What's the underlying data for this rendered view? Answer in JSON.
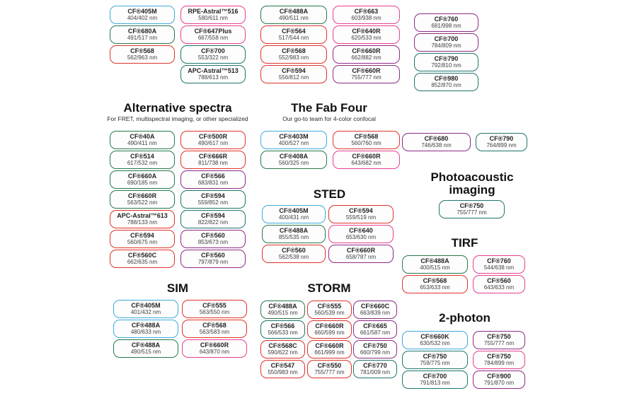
{
  "colors": {
    "blue": "#3fa9dc",
    "green": "#27784c",
    "red": "#e0332b",
    "pink": "#e83e8f",
    "teal": "#1f756c",
    "purple": "#8e2b86"
  },
  "sections": {
    "alternative": {
      "title": "Alternative spectra",
      "subtitle": "For FRET, multispectral imaging, or other specialized"
    },
    "fab_four": {
      "title": "The Fab Four",
      "subtitle": "Our go-to team for 4-color confocal"
    },
    "sted": {
      "title": "STED"
    },
    "photoacoustic": {
      "title": "Photoacoustic imaging"
    },
    "tirf": {
      "title": "TIRF"
    },
    "sim": {
      "title": "SIM"
    },
    "storm": {
      "title": "STORM"
    },
    "two_photon": {
      "title": "2-photon"
    }
  },
  "groups": {
    "top1": [
      {
        "name": "CF®405M",
        "nm": "404/402 nm",
        "color": "blue"
      },
      {
        "name": "CF®680A",
        "nm": "491/517 nm",
        "color": "green"
      },
      {
        "name": "CF®568",
        "nm": "562/963 nm",
        "color": "red"
      }
    ],
    "top2": [
      {
        "name": "RPE-Astral™516",
        "nm": "580/611 nm",
        "color": "pink"
      },
      {
        "name": "CF®647Plus",
        "nm": "667/558 nm",
        "color": "pink"
      },
      {
        "name": "CF®700",
        "nm": "553/322 nm",
        "color": "teal"
      },
      {
        "name": "APC-Astral™513",
        "nm": "788/613 nm",
        "color": "teal"
      }
    ],
    "top3": [
      {
        "name": "CF®488A",
        "nm": "490/511 nm",
        "color": "green"
      },
      {
        "name": "CF®564",
        "nm": "517/544 nm",
        "color": "red"
      },
      {
        "name": "CF®568",
        "nm": "552/983 nm",
        "color": "red"
      },
      {
        "name": "CF®594",
        "nm": "556/812 nm",
        "color": "red"
      }
    ],
    "top4": [
      {
        "name": "CF®663",
        "nm": "603/938 nm",
        "color": "pink"
      },
      {
        "name": "CF®640R",
        "nm": "620/533 nm",
        "color": "pink"
      },
      {
        "name": "CF®660R",
        "nm": "662/882 nm",
        "color": "purple"
      },
      {
        "name": "CF®660R",
        "nm": "755/777 nm",
        "color": "purple"
      }
    ],
    "top5": [
      {
        "name": "CF®760",
        "nm": "681/998 nm",
        "color": "purple"
      },
      {
        "name": "CF®700",
        "nm": "784/809 nm",
        "color": "purple"
      },
      {
        "name": "CF®790",
        "nm": "792/810 nm",
        "color": "teal"
      },
      {
        "name": "CF®980",
        "nm": "852/870 nm",
        "color": "teal"
      }
    ],
    "alt_a": [
      {
        "name": "CF®40A",
        "nm": "490/411 nm",
        "color": "green"
      },
      {
        "name": "CF®514",
        "nm": "617/532 nm",
        "color": "green"
      },
      {
        "name": "CF®660A",
        "nm": "690/185 nm",
        "color": "green"
      },
      {
        "name": "CF®660R",
        "nm": "563/522 nm",
        "color": "green"
      },
      {
        "name": "APC-Astral™613",
        "nm": "788/133 nm",
        "color": "red"
      },
      {
        "name": "CF®594",
        "nm": "560/675 nm",
        "color": "red"
      },
      {
        "name": "CF®560C",
        "nm": "662/635 nm",
        "color": "red"
      }
    ],
    "alt_b": [
      {
        "name": "CF®500R",
        "nm": "490/617 nm",
        "color": "red"
      },
      {
        "name": "CF®666R",
        "nm": "811/738 nm",
        "color": "red"
      },
      {
        "name": "CF®566",
        "nm": "683/831 nm",
        "color": "purple"
      },
      {
        "name": "CF®594",
        "nm": "559/852 nm",
        "color": "teal"
      },
      {
        "name": "CF®594",
        "nm": "822/822 nm",
        "color": "teal"
      },
      {
        "name": "CF®560",
        "nm": "853/673 nm",
        "color": "purple"
      },
      {
        "name": "CF®560",
        "nm": "797/879 nm",
        "color": "purple"
      }
    ],
    "fab_a": [
      {
        "name": "CF®403M",
        "nm": "400/527 nm",
        "color": "blue"
      },
      {
        "name": "CF®408A",
        "nm": "560/325 nm",
        "color": "green"
      }
    ],
    "fab_b": [
      {
        "name": "CF®568",
        "nm": "560/760 nm",
        "color": "red"
      },
      {
        "name": "CF®660R",
        "nm": "643/682 nm",
        "color": "pink"
      }
    ],
    "right_680": [
      {
        "name": "CF®680",
        "nm": "746/638 nm",
        "color": "purple"
      }
    ],
    "right_790": [
      {
        "name": "CF®790",
        "nm": "764/899 nm",
        "color": "teal"
      }
    ],
    "sted_a": [
      {
        "name": "CF®405M",
        "nm": "400/431 nm",
        "color": "blue"
      },
      {
        "name": "CF®488A",
        "nm": "855/535 nm",
        "color": "green"
      },
      {
        "name": "CF®560",
        "nm": "562/538 nm",
        "color": "red"
      }
    ],
    "sted_b": [
      {
        "name": "CF®594",
        "nm": "559/519 nm",
        "color": "red"
      },
      {
        "name": "CF®640",
        "nm": "653/630 nm",
        "color": "pink"
      },
      {
        "name": "CF®660R",
        "nm": "658/787 nm",
        "color": "purple"
      }
    ],
    "photo": [
      {
        "name": "CF®750",
        "nm": "755/777 nm",
        "color": "teal"
      }
    ],
    "tirf_a": [
      {
        "name": "CF®488A",
        "nm": "400/515 nm",
        "color": "green"
      },
      {
        "name": "CF®568",
        "nm": "653/633 nm",
        "color": "red"
      }
    ],
    "tirf_b": [
      {
        "name": "CF®760",
        "nm": "544/638 nm",
        "color": "pink"
      },
      {
        "name": "CF®560",
        "nm": "643/633 nm",
        "color": "pink"
      }
    ],
    "sim_a": [
      {
        "name": "CF®405M",
        "nm": "401/432 nm",
        "color": "blue"
      },
      {
        "name": "CF®488A",
        "nm": "480/633 nm",
        "color": "blue"
      },
      {
        "name": "CF®488A",
        "nm": "490/515 nm",
        "color": "green"
      }
    ],
    "sim_b": [
      {
        "name": "CF®555",
        "nm": "563/550 nm",
        "color": "red"
      },
      {
        "name": "CF®568",
        "nm": "563/583 nm",
        "color": "red"
      },
      {
        "name": "CF®660R",
        "nm": "643/870 nm",
        "color": "pink"
      }
    ],
    "storm_a": [
      {
        "name": "CF®488A",
        "nm": "490/515 nm",
        "color": "green"
      },
      {
        "name": "CF®566",
        "nm": "566/533 nm",
        "color": "teal"
      },
      {
        "name": "CF®568C",
        "nm": "590/622 nm",
        "color": "red"
      },
      {
        "name": "CF®547",
        "nm": "550/983 nm",
        "color": "red"
      }
    ],
    "storm_b": [
      {
        "name": "CF®555",
        "nm": "560/539 nm",
        "color": "red"
      },
      {
        "name": "CF®660R",
        "nm": "660/599 nm",
        "color": "red"
      },
      {
        "name": "CF®660R",
        "nm": "661/999 nm",
        "color": "red"
      },
      {
        "name": "CF®550",
        "nm": "755/777 nm",
        "color": "red"
      }
    ],
    "storm_c": [
      {
        "name": "CF®660C",
        "nm": "663/839 nm",
        "color": "purple"
      },
      {
        "name": "CF®665",
        "nm": "661/587 nm",
        "color": "purple"
      },
      {
        "name": "CF®750",
        "nm": "660/799 nm",
        "color": "purple"
      },
      {
        "name": "CF®770",
        "nm": "781/009 nm",
        "color": "teal"
      }
    ],
    "tp_a": [
      {
        "name": "CF®660K",
        "nm": "630/532 nm",
        "color": "blue"
      },
      {
        "name": "CF®750",
        "nm": "759/775 nm",
        "color": "teal"
      },
      {
        "name": "CF®700",
        "nm": "791/813 nm",
        "color": "teal"
      }
    ],
    "tp_b": [
      {
        "name": "CF®750",
        "nm": "755/777 nm",
        "color": "purple"
      },
      {
        "name": "CF®750",
        "nm": "784/899 nm",
        "color": "pink"
      },
      {
        "name": "CF®900",
        "nm": "791/870 nm",
        "color": "purple"
      }
    ]
  }
}
